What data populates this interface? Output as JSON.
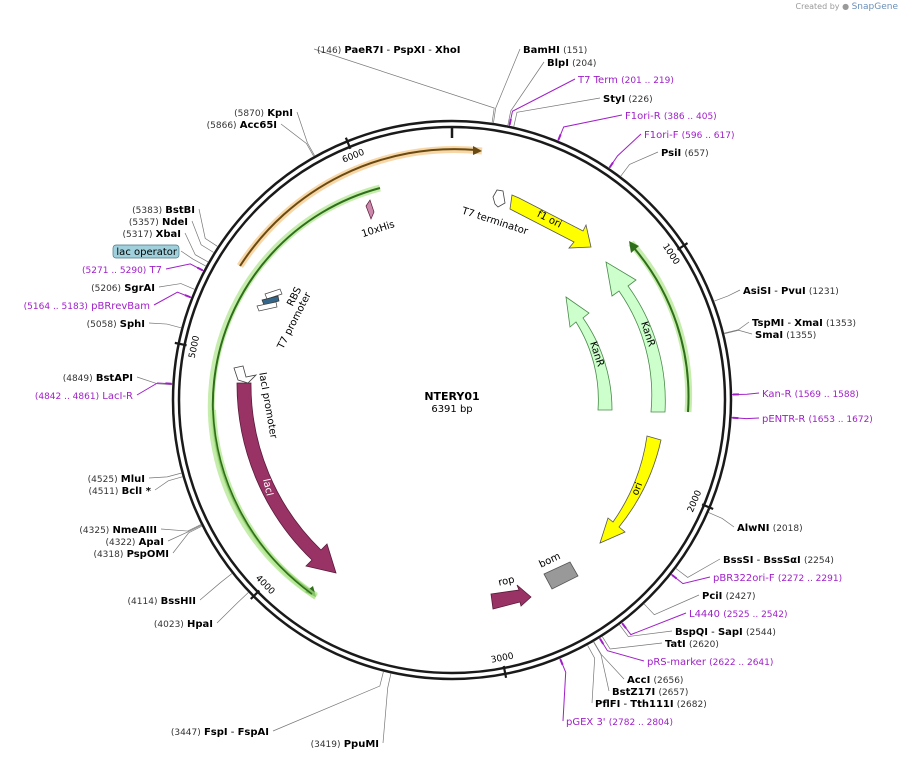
{
  "credit": {
    "prefix": "Created by",
    "brand": "SnapGene"
  },
  "plasmid": {
    "name": "NTERY01",
    "length_label": "6391 bp",
    "total_bp": 6391
  },
  "colors": {
    "backbone": "#1a1a1a",
    "enzyme_text": "#000000",
    "coord_text": "#333333",
    "primer": "#a020c8",
    "f1ori": "#ffff00",
    "kanr": "#ccffcc",
    "kanr_stroke": "#4a8a4a",
    "laci": "#993366",
    "rop": "#993366",
    "bom": "#999999",
    "orange_feature": "#f0a030",
    "green_feature": "#66cc33",
    "lac_operator_bg": "#9fd0dc",
    "leader_line": "#777777"
  },
  "ticks": [
    {
      "bp": 1000,
      "label": "1000"
    },
    {
      "bp": 2000,
      "label": "2000"
    },
    {
      "bp": 3000,
      "label": "3000"
    },
    {
      "bp": 4000,
      "label": "4000"
    },
    {
      "bp": 5000,
      "label": "5000"
    },
    {
      "bp": 6000,
      "label": "6000"
    }
  ],
  "features": [
    {
      "id": "f1-ori",
      "label": "f1 ori",
      "color": "#ffff00"
    },
    {
      "id": "kanr-1",
      "label": "KanR",
      "color": "#ccffcc"
    },
    {
      "id": "kanr-2",
      "label": "KanR",
      "color": "#ccffcc"
    },
    {
      "id": "ori",
      "label": "ori",
      "color": "#ffff00"
    },
    {
      "id": "laci",
      "label": "lacI",
      "color": "#993366"
    },
    {
      "id": "rop",
      "label": "rop"
    },
    {
      "id": "bom",
      "label": "bom"
    },
    {
      "id": "t7-terminator",
      "label": "T7 terminator"
    },
    {
      "id": "10xhis",
      "label": "10xHis"
    },
    {
      "id": "rbs",
      "label": "RBS"
    },
    {
      "id": "t7-promoter",
      "label": "T7 promoter"
    },
    {
      "id": "laci-promoter",
      "label": "lacI promoter"
    }
  ],
  "labels": [
    {
      "id": "paer7i",
      "coord": "(146)",
      "parts": [
        "PaeR7I",
        "-",
        "PspXI",
        "-",
        "XhoI"
      ],
      "kind": "enzyme"
    },
    {
      "id": "bamhi",
      "parts": [
        "BamHI"
      ],
      "coord": "(151)",
      "kind": "enzyme"
    },
    {
      "id": "blpi",
      "parts": [
        "BlpI"
      ],
      "coord": "(204)",
      "kind": "enzyme"
    },
    {
      "id": "t7term",
      "parts": [
        "T7 Term"
      ],
      "coord": "(201 .. 219)",
      "kind": "primer"
    },
    {
      "id": "styi",
      "parts": [
        "StyI"
      ],
      "coord": "(226)",
      "kind": "enzyme"
    },
    {
      "id": "f1ori-r",
      "parts": [
        "F1ori-R"
      ],
      "coord": "(386 .. 405)",
      "kind": "primer"
    },
    {
      "id": "f1ori-f",
      "parts": [
        "F1ori-F"
      ],
      "coord": "(596 .. 617)",
      "kind": "primer"
    },
    {
      "id": "psii",
      "parts": [
        "PsiI"
      ],
      "coord": "(657)",
      "kind": "enzyme"
    },
    {
      "id": "asisi",
      "parts": [
        "AsiSI",
        "-",
        "PvuI"
      ],
      "coord": "(1231)",
      "kind": "enzyme"
    },
    {
      "id": "tspmi",
      "parts": [
        "TspMI",
        "-",
        "XmaI"
      ],
      "coord": "(1353)",
      "kind": "enzyme"
    },
    {
      "id": "smai",
      "parts": [
        "SmaI"
      ],
      "coord": "(1355)",
      "kind": "enzyme"
    },
    {
      "id": "kan-r",
      "parts": [
        "Kan-R"
      ],
      "coord": "(1569 .. 1588)",
      "kind": "primer"
    },
    {
      "id": "pentr-r",
      "parts": [
        "pENTR-R"
      ],
      "coord": "(1653 .. 1672)",
      "kind": "primer"
    },
    {
      "id": "alwni",
      "parts": [
        "AlwNI"
      ],
      "coord": "(2018)",
      "kind": "enzyme"
    },
    {
      "id": "bsssi",
      "parts": [
        "BssSI",
        "-",
        "BssSαI"
      ],
      "coord": "(2254)",
      "kind": "enzyme"
    },
    {
      "id": "pbr322ori-f",
      "parts": [
        "pBR322ori-F"
      ],
      "coord": "(2272 .. 2291)",
      "kind": "primer"
    },
    {
      "id": "pcii",
      "parts": [
        "PciI"
      ],
      "coord": "(2427)",
      "kind": "enzyme"
    },
    {
      "id": "l4440",
      "parts": [
        "L4440"
      ],
      "coord": "(2525 .. 2542)",
      "kind": "primer"
    },
    {
      "id": "bspqi",
      "parts": [
        "BspQI",
        "-",
        "SapI"
      ],
      "coord": "(2544)",
      "kind": "enzyme"
    },
    {
      "id": "tati",
      "parts": [
        "TatI"
      ],
      "coord": "(2620)",
      "kind": "enzyme"
    },
    {
      "id": "prs-marker",
      "parts": [
        "pRS-marker"
      ],
      "coord": "(2622 .. 2641)",
      "kind": "primer"
    },
    {
      "id": "acci",
      "parts": [
        "AccI"
      ],
      "coord": "(2656)",
      "kind": "enzyme"
    },
    {
      "id": "bstz17i",
      "parts": [
        "BstZ17I"
      ],
      "coord": "(2657)",
      "kind": "enzyme"
    },
    {
      "id": "pflfi",
      "parts": [
        "PflFI",
        "-",
        "Tth111I"
      ],
      "coord": "(2682)",
      "kind": "enzyme"
    },
    {
      "id": "pgex3",
      "parts": [
        "pGEX 3'"
      ],
      "coord": "(2782 .. 2804)",
      "kind": "primer"
    },
    {
      "id": "fspi",
      "coord": "(3447)",
      "parts": [
        "FspI",
        "-",
        "FspAI"
      ],
      "kind": "enzyme"
    },
    {
      "id": "ppumi",
      "coord": "(3419)",
      "parts": [
        "PpuMI"
      ],
      "kind": "enzyme"
    },
    {
      "id": "hpai",
      "coord": "(4023)",
      "parts": [
        "HpaI"
      ],
      "kind": "enzyme"
    },
    {
      "id": "bsshii",
      "coord": "(4114)",
      "parts": [
        "BssHII"
      ],
      "kind": "enzyme"
    },
    {
      "id": "pspomi",
      "coord": "(4318)",
      "parts": [
        "PspOMI"
      ],
      "kind": "enzyme"
    },
    {
      "id": "apai",
      "coord": "(4322)",
      "parts": [
        "ApaI"
      ],
      "kind": "enzyme"
    },
    {
      "id": "nmeaiii",
      "coord": "(4325)",
      "parts": [
        "NmeAIII"
      ],
      "kind": "enzyme"
    },
    {
      "id": "bcli",
      "coord": "(4511)",
      "parts": [
        "BclI *"
      ],
      "kind": "enzyme"
    },
    {
      "id": "mlui",
      "coord": "(4525)",
      "parts": [
        "MluI"
      ],
      "kind": "enzyme"
    },
    {
      "id": "laci-r",
      "coord": "(4842 .. 4861)",
      "parts": [
        "LacI-R"
      ],
      "kind": "primer"
    },
    {
      "id": "bstapi",
      "coord": "(4849)",
      "parts": [
        "BstAPI"
      ],
      "kind": "enzyme"
    },
    {
      "id": "sphi",
      "coord": "(5058)",
      "parts": [
        "SphI"
      ],
      "kind": "enzyme"
    },
    {
      "id": "pbrrevbam",
      "coord": "(5164 .. 5183)",
      "parts": [
        "pBRrevBam"
      ],
      "kind": "primer"
    },
    {
      "id": "sgrai",
      "coord": "(5206)",
      "parts": [
        "SgrAI"
      ],
      "kind": "enzyme"
    },
    {
      "id": "t7",
      "coord": "(5271 .. 5290)",
      "parts": [
        "T7"
      ],
      "kind": "primer"
    },
    {
      "id": "lac-operator",
      "parts": [
        "lac operator"
      ],
      "kind": "boxed"
    },
    {
      "id": "xbai",
      "coord": "(5317)",
      "parts": [
        "XbaI"
      ],
      "kind": "enzyme"
    },
    {
      "id": "ndei",
      "coord": "(5357)",
      "parts": [
        "NdeI"
      ],
      "kind": "enzyme"
    },
    {
      "id": "bstbi",
      "coord": "(5383)",
      "parts": [
        "BstBI"
      ],
      "kind": "enzyme"
    },
    {
      "id": "acc65i",
      "coord": "(5866)",
      "parts": [
        "Acc65I"
      ],
      "kind": "enzyme"
    },
    {
      "id": "kpni",
      "coord": "(5870)",
      "parts": [
        "KpnI"
      ],
      "kind": "enzyme"
    }
  ]
}
